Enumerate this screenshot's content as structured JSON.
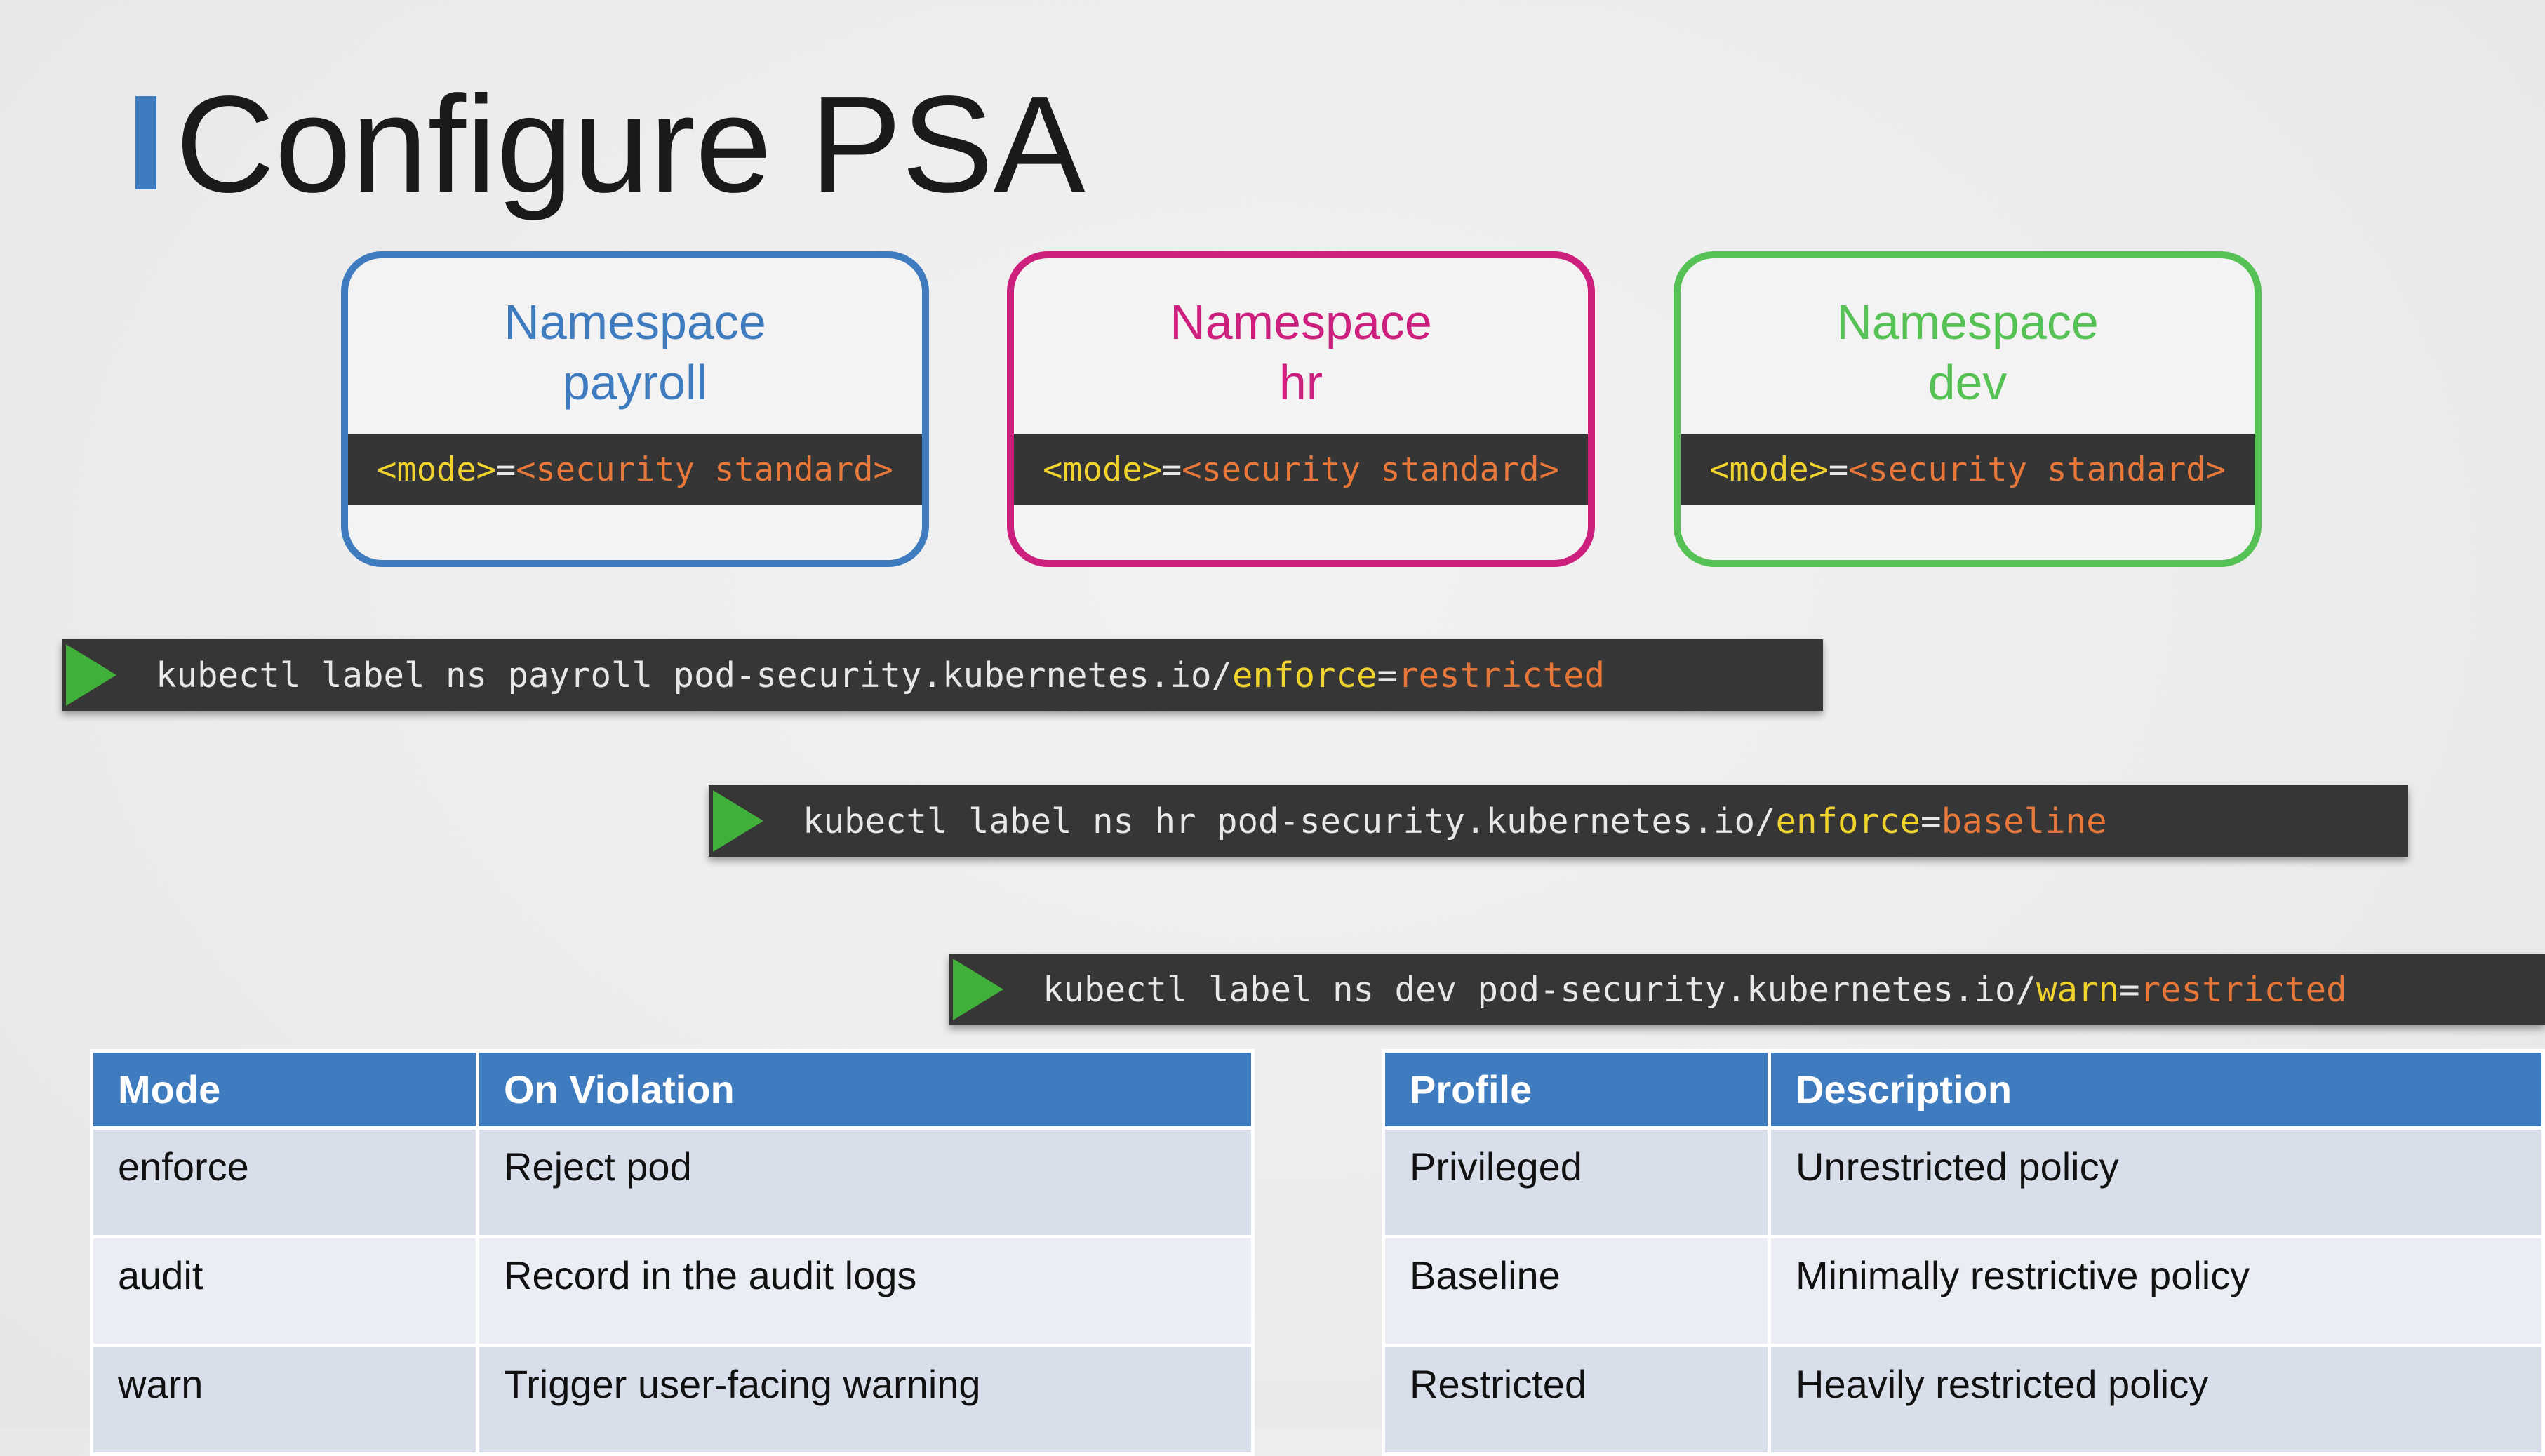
{
  "title": "Configure PSA",
  "colors": {
    "accent_blue": "#3f7bbf",
    "magenta": "#cc1f7e",
    "green": "#56c155",
    "terminal_bg": "#363636",
    "play_green": "#41b03b"
  },
  "namespaces": [
    {
      "label": "Namespace",
      "name": "payroll",
      "mode": "<mode>",
      "eq": "=",
      "standard": "<security standard>",
      "color": "#3f7bbf"
    },
    {
      "label": "Namespace",
      "name": "hr",
      "mode": "<mode>",
      "eq": "=",
      "standard": "<security standard>",
      "color": "#cc1f7e"
    },
    {
      "label": "Namespace",
      "name": "dev",
      "mode": "<mode>",
      "eq": "=",
      "standard": "<security standard>",
      "color": "#56c155"
    }
  ],
  "commands": [
    {
      "icon": "play-icon",
      "prefix": "kubectl label ns payroll pod-security.kubernetes.io/",
      "mode": "enforce",
      "eq": "=",
      "level": "restricted"
    },
    {
      "icon": "play-icon",
      "prefix": "kubectl label ns hr pod-security.kubernetes.io/",
      "mode": "enforce",
      "eq": "=",
      "level": "baseline"
    },
    {
      "icon": "play-icon",
      "prefix": "kubectl label ns dev pod-security.kubernetes.io/",
      "mode": "warn",
      "eq": "=",
      "level": "restricted"
    }
  ],
  "modes_table": {
    "headers": [
      "Mode",
      "On Violation"
    ],
    "rows": [
      [
        "enforce",
        "Reject pod"
      ],
      [
        "audit",
        "Record in the audit logs"
      ],
      [
        "warn",
        "Trigger user-facing warning"
      ]
    ]
  },
  "profiles_table": {
    "headers": [
      "Profile",
      "Description"
    ],
    "rows": [
      [
        "Privileged",
        "Unrestricted policy"
      ],
      [
        "Baseline",
        "Minimally restrictive policy"
      ],
      [
        "Restricted",
        "Heavily restricted policy"
      ]
    ]
  }
}
